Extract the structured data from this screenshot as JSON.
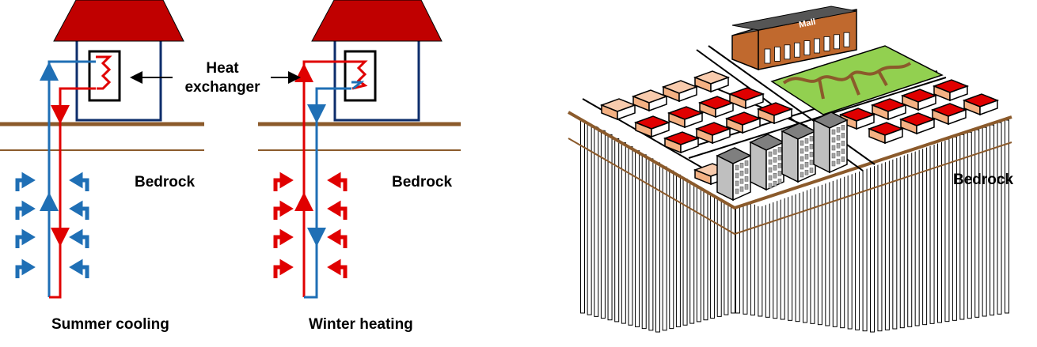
{
  "labels": {
    "heat_exchanger_line1": "Heat",
    "heat_exchanger_line2": "exchanger",
    "bedrock": "Bedrock",
    "summer": "Summer cooling",
    "winter": "Winter heating",
    "mall": "Mall"
  },
  "colors": {
    "roof": "#c00000",
    "house_outline": "#0d2d6b",
    "ground": "#8b5a2b",
    "cool": "#1f6fb5",
    "warm": "#e00000",
    "park": "#92d050",
    "path": "#8b5a2b",
    "mall_body": "#c0692e",
    "tower": "#9a9a9a"
  },
  "icons": [
    "house-icon",
    "heat-exchanger-coil-icon",
    "flow-arrow-icon",
    "building-icon",
    "office-tower-icon",
    "mall-icon"
  ]
}
